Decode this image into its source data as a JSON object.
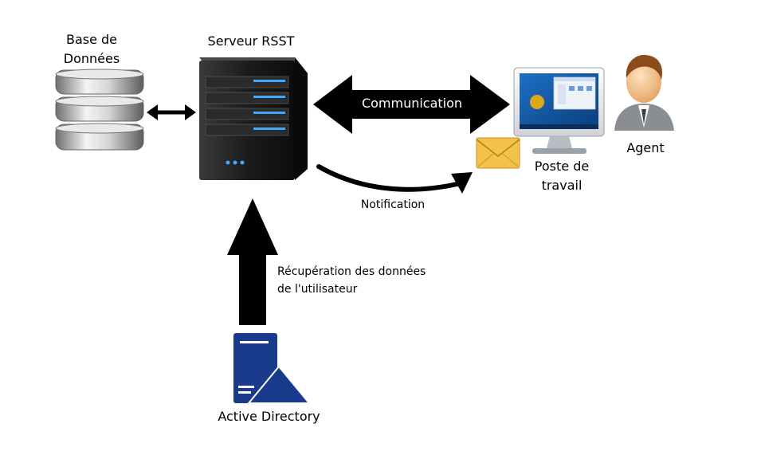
{
  "nodes": {
    "database": {
      "label_line1": "Base de",
      "label_line2": "Données"
    },
    "server": {
      "label": "Serveur RSST"
    },
    "workstation": {
      "label_line1": "Poste de",
      "label_line2": "travail"
    },
    "agent": {
      "label": "Agent"
    },
    "active_directory": {
      "label": "Active Directory"
    }
  },
  "edges": {
    "communication": {
      "label": "Communication"
    },
    "notification": {
      "label": "Notification"
    },
    "user_data": {
      "label_line1": "Récupération des données",
      "label_line2": "de l'utilisateur"
    }
  },
  "colors": {
    "arrow": "#000000",
    "ad_blue": "#1a3a8c",
    "envelope": "#f2c24b",
    "server_led": "#3fa9ff"
  }
}
